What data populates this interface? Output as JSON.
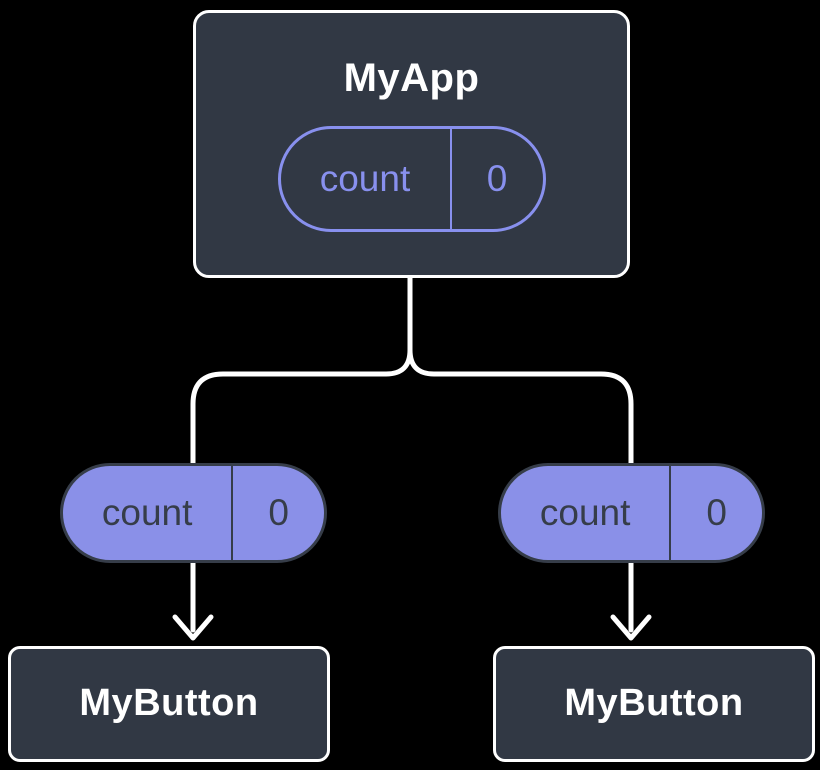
{
  "colors": {
    "background": "#000000",
    "card_fill": "#313844",
    "card_border": "#ffffff",
    "pill_fill": "#8a90e8",
    "pill_outline": "#8890ee",
    "dark_ink": "#363d49",
    "connector": "#ffffff"
  },
  "root": {
    "title": "MyApp",
    "state": {
      "name": "count",
      "value": "0"
    }
  },
  "children": [
    {
      "label": "MyButton",
      "prop": {
        "name": "count",
        "value": "0"
      }
    },
    {
      "label": "MyButton",
      "prop": {
        "name": "count",
        "value": "0"
      }
    }
  ]
}
